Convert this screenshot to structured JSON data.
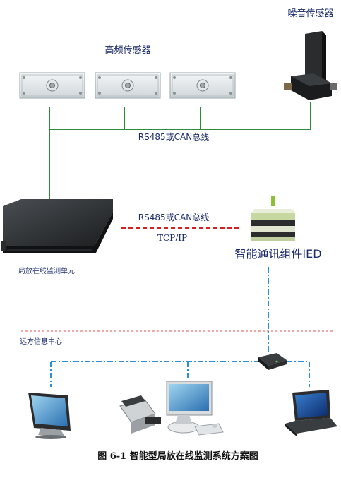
{
  "labels": {
    "hf_sensor": "高频传感器",
    "noise_sensor": "噪音传感器",
    "bus_top": "RS485或CAN总线",
    "bus_mid": "RS485或CAN总线",
    "tcpip": "TCP/IP",
    "ied": "智能通讯组件IED",
    "monitor_unit": "局放在线监测单元",
    "remote_center": "远方信息中心",
    "caption": "图 6-1  智能型局放在线监测系统方案图"
  },
  "colors": {
    "bus_green": "#2e8b3a",
    "tcp_red": "#d42020",
    "lan_blue": "#2a8fd6",
    "zone_red": "#e05050",
    "label_blue": "#1a2a6a"
  },
  "icons": {
    "hf_sensor": "sensor-box-icon",
    "noise_sensor": "noise-sensor-icon",
    "monitor_unit": "rack-unit-icon",
    "ied": "ied-stack-icon",
    "switch": "network-switch-icon",
    "client_1": "flat-monitor-icon",
    "client_2": "printer-workstation-icon",
    "client_3": "laptop-icon"
  }
}
